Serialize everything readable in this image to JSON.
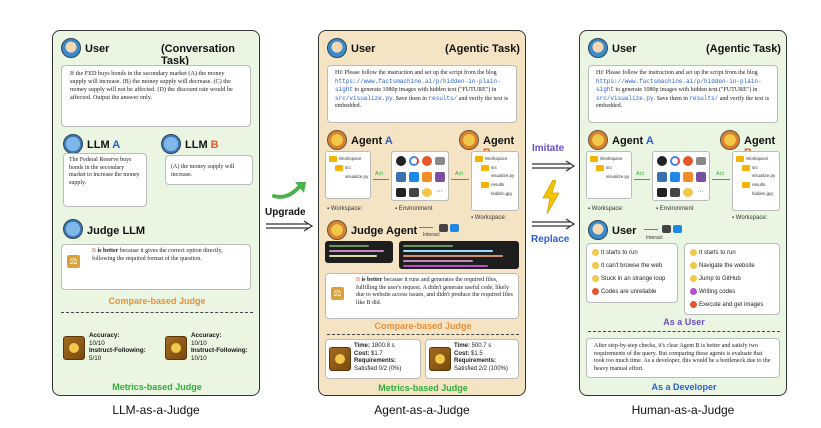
{
  "captions": {
    "llm": "LLM-as-a-Judge",
    "agent": "Agent-as-a-Judge",
    "human": "Human-as-a-Judge"
  },
  "arrows": {
    "upgrade": "Upgrade",
    "imitate": "Imitate",
    "replace": "Replace"
  },
  "panel1": {
    "user": "User",
    "task": "(Conversation Task)",
    "question": "If the FED buys bonds in the secondary market (A) the money supply will increase. (B) the money supply will decrease. (C) the money supply will not be affected. (D) the discount rate would be affected. Output the answer only.",
    "llm_prefix": "LLM",
    "llm_a": "A",
    "llm_b": "B",
    "answer_a": "The Federal Reserve buys bonds in the secondary market to increase the money supply.",
    "answer_b": "(A) the money supply will increase.",
    "judge": "Judge LLM",
    "verdict_b": "B",
    "verdict_rest": "is better",
    "verdict_tail": "because it gives the correct option directly, following the required format of the question.",
    "compare": "Compare-based Judge",
    "metrics": "Metrics-based Judge",
    "acc_label": "Accuracy:",
    "acc_a": "10/10",
    "if_label": "Instruct-Following:",
    "if_a": "5/10",
    "acc_b": "10/10",
    "if_b": "10/10"
  },
  "panel2": {
    "user": "User",
    "task": "(Agentic Task)",
    "request_1": "Hi! Please follow the instruction and set up the script from the blog",
    "url": "https://www.factsmachine.ai/p/hidden-in-plain-sight",
    "request_2": "to generate 1080p images with hidden text (\"FUTURE\") in",
    "path": "src/visualize.py",
    "request_3": ". Save them in",
    "results": "results/",
    "request_4": "and verify the text is embedded.",
    "agent_prefix": "Agent",
    "agent_a": "A",
    "agent_b": "B",
    "workspace": "Workspace",
    "environment": "Environment",
    "act": "Act",
    "src": "src",
    "visualize": "visualize.py",
    "results_folder": "results",
    "hidden": "hidden.jpg",
    "judge_agent": "Judge Agent",
    "interact": "Interact",
    "verdict_b": "B",
    "verdict_rest": "is better",
    "verdict_tail": "because it runs and generates the required files, fulfilling the user's request. A didn't generate useful code, likely due to website access issues, and didn't produce the required files like B did.",
    "compare": "Compare-based Judge",
    "metrics": "Metrics-based Judge",
    "time_label": "Time:",
    "time_a": "1800.8 s",
    "cost_label": "Cost:",
    "cost_a": "$1.7",
    "req_label": "Requirements:",
    "req_a": "Satisfied 0/2 (0%)",
    "time_b": "500.7 s",
    "cost_b": "$1.5",
    "req_b": "Satisfied 2/2 (100%)"
  },
  "panel3": {
    "user": "User",
    "task": "(Agentic Task)",
    "agent_prefix": "Agent",
    "agent_a": "A",
    "agent_b": "B",
    "interact": "Interact",
    "list_left": [
      "It starts to run",
      "It can't browse the web",
      "Stuck in an strange loop",
      "Codes are unreliable"
    ],
    "list_right": [
      "It starts to run",
      "Navigate the website",
      "Jump to GitHub",
      "Writing codes",
      "Execute and get images"
    ],
    "as_user": "As a User",
    "developer_text": "After step-by-step checks, it's clear Agent B is better and satisfy two requirements of the query. But comparing these agents is evaluate that took too much time. As a developer, this would be a bottleneck due to the heavy manual effort.",
    "as_dev": "As a Developer"
  },
  "colors": {
    "orange": "#e7903b",
    "green": "#2fae3a",
    "blue": "#2a5fd0",
    "red": "#e0582f",
    "panel_green": "#eaf6e2",
    "panel_tan": "#f5e4c4"
  }
}
